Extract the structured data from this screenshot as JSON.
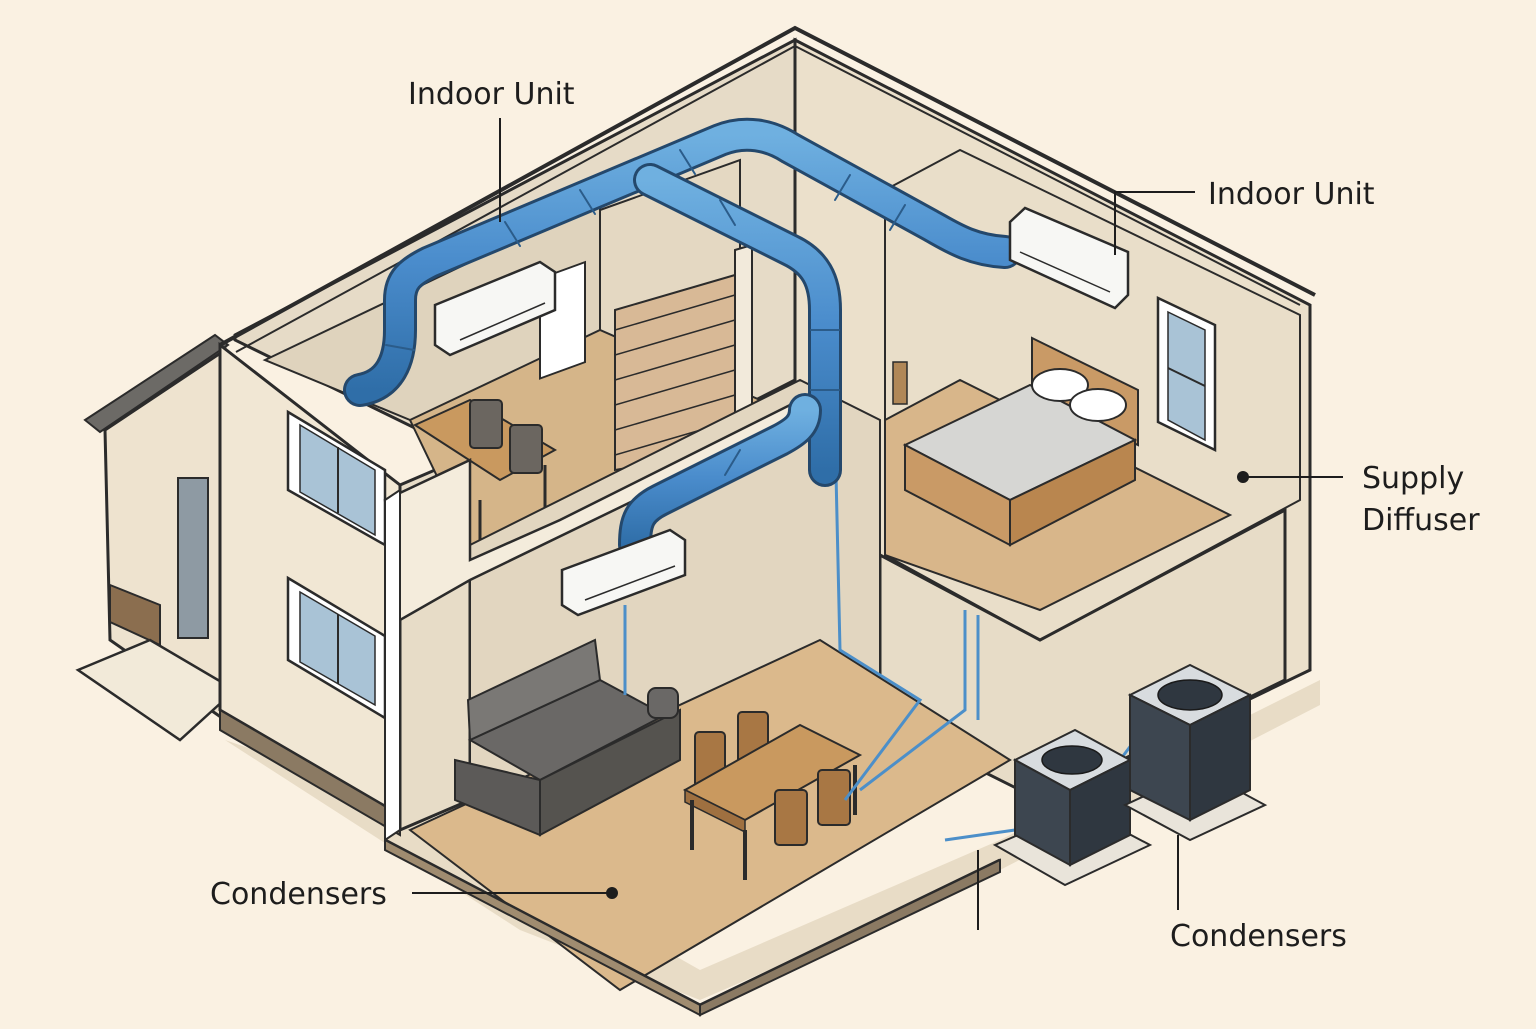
{
  "labels": {
    "indoor_unit_upper_left": "Indoor Unit",
    "indoor_unit_right": "Indoor Unit",
    "supply_diffuser_line1": "Supply",
    "supply_diffuser_line2": "Diffuser",
    "condensers_left": "Condensers",
    "condensers_right": "Condensers"
  },
  "colors": {
    "background": "#faf1e2",
    "wall": "#efe5d3",
    "wall_shade": "#ddd2bf",
    "floor": "#ddb98e",
    "duct": "#4c8fc9",
    "outline": "#2b2b2b",
    "ac_unit": "#f7f7f4",
    "condenser": "#3d4650"
  },
  "icons": {
    "indoor_unit": "wall-mounted-ac-icon",
    "condenser": "outdoor-condenser-icon"
  }
}
